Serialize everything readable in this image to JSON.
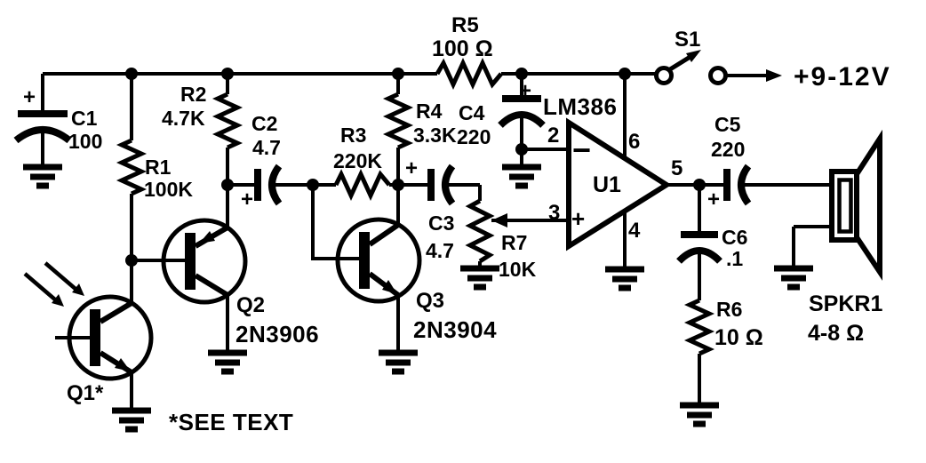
{
  "labels": {
    "power": "+9-12V",
    "note": "*SEE TEXT"
  },
  "symbols": {
    "plus": "+",
    "minus": "−"
  },
  "colors": {
    "ink": "#000000",
    "paper": "#ffffff"
  },
  "components": {
    "c1": {
      "ref": "C1",
      "value": "100"
    },
    "r1": {
      "ref": "R1",
      "value": "100K"
    },
    "r2": {
      "ref": "R2",
      "value": "4.7K"
    },
    "c2": {
      "ref": "C2",
      "value": "4.7"
    },
    "r3": {
      "ref": "R3",
      "value": "220K"
    },
    "r4": {
      "ref": "R4",
      "value": "3.3K"
    },
    "r5": {
      "ref": "R5",
      "value": "100 Ω"
    },
    "c3": {
      "ref": "C3",
      "value": "4.7"
    },
    "c4": {
      "ref": "C4",
      "value": "220"
    },
    "r7": {
      "ref": "R7",
      "value": "10K"
    },
    "r6": {
      "ref": "R6",
      "value": "10 Ω"
    },
    "c5": {
      "ref": "C5",
      "value": "220"
    },
    "c6": {
      "ref": "C6",
      "value": ".1"
    },
    "q1": {
      "ref": "Q1*"
    },
    "q2": {
      "ref": "Q2",
      "part": "2N3906"
    },
    "q3": {
      "ref": "Q3",
      "part": "2N3904"
    },
    "u1": {
      "ref": "U1",
      "part": "LM386",
      "pin2": "2",
      "pin3": "3",
      "pin4": "4",
      "pin5": "5",
      "pin6": "6"
    },
    "s1": {
      "ref": "S1"
    },
    "spkr1": {
      "ref": "SPKR1",
      "value": "4-8 Ω"
    }
  }
}
